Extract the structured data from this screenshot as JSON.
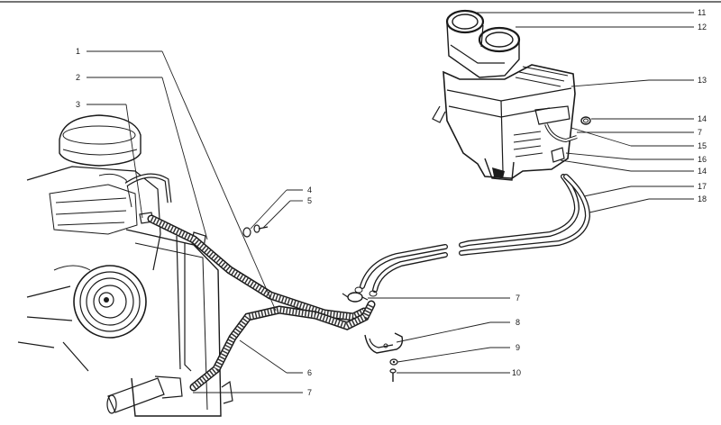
{
  "callouts": [
    {
      "id": "1",
      "text": "1"
    },
    {
      "id": "2",
      "text": "2"
    },
    {
      "id": "3",
      "text": "3"
    },
    {
      "id": "4",
      "text": "4"
    },
    {
      "id": "5",
      "text": "5"
    },
    {
      "id": "6",
      "text": "6"
    },
    {
      "id": "7a",
      "text": "7"
    },
    {
      "id": "7b",
      "text": "7"
    },
    {
      "id": "7c",
      "text": "7"
    },
    {
      "id": "8",
      "text": "8"
    },
    {
      "id": "9",
      "text": "9"
    },
    {
      "id": "10",
      "text": "10"
    },
    {
      "id": "11",
      "text": "11"
    },
    {
      "id": "12",
      "text": "12"
    },
    {
      "id": "13",
      "text": "13"
    },
    {
      "id": "14a",
      "text": "14"
    },
    {
      "id": "14b",
      "text": "14"
    },
    {
      "id": "15",
      "text": "15"
    },
    {
      "id": "16",
      "text": "16"
    },
    {
      "id": "17",
      "text": "17"
    },
    {
      "id": "18",
      "text": "18"
    }
  ]
}
